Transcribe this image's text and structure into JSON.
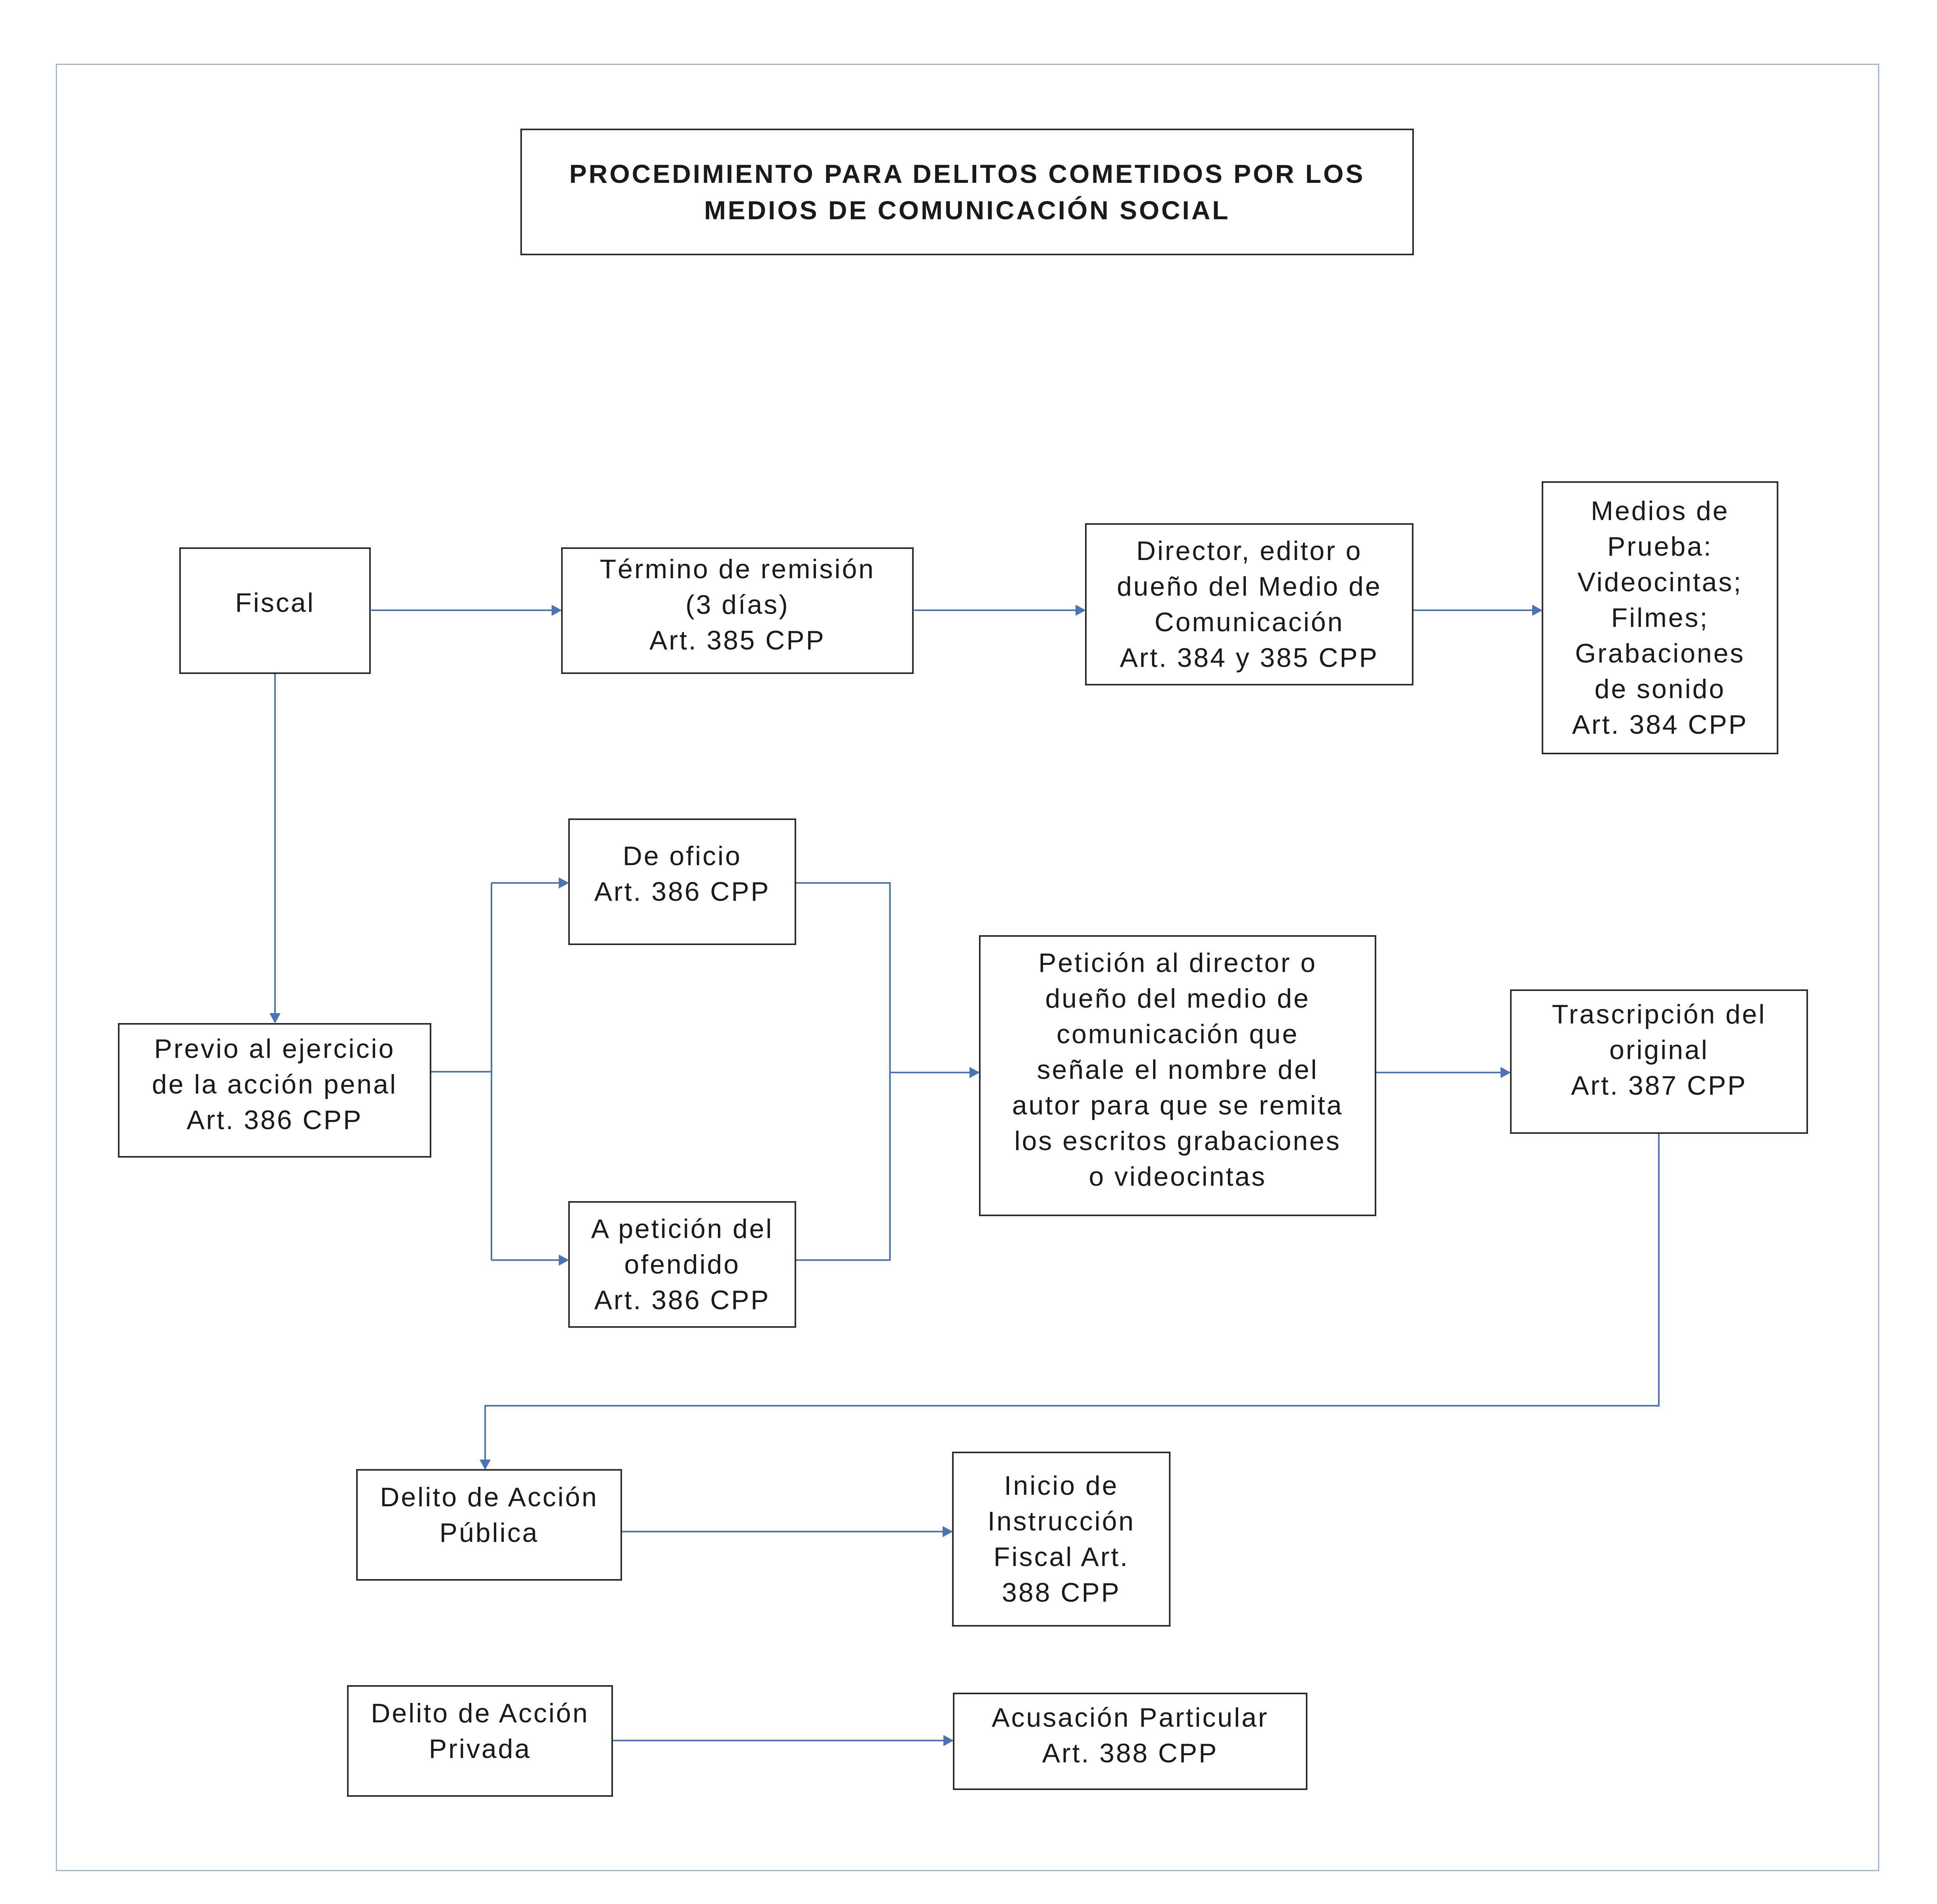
{
  "diagram": {
    "title": "PROCEDIMIENTO PARA DELITOS COMETIDOS POR LOS\nMEDIOS DE COMUNICACIÓN SOCIAL",
    "nodes": {
      "fiscal": "Fiscal",
      "termino": "Término de remisión\n(3 días)\nArt. 385 CPP",
      "director": "Director, editor o\ndueño del Medio de\nComunicación\nArt. 384 y 385 CPP",
      "medios": "Medios de\nPrueba:\nVideocintas;\nFilmes;\nGrabaciones\nde sonido\nArt. 384 CPP",
      "previo": "Previo al ejercicio\nde la acción penal\nArt. 386 CPP",
      "oficio": "De oficio\nArt. 386 CPP",
      "peticion_ofendido": "A petición del\nofendido\nArt. 386 CPP",
      "peticion_director": "Petición al director o\ndueño del medio de\ncomunicación que\nseñale el nombre del\nautor para que se remita\nlos escritos grabaciones\no videocintas",
      "trascripcion": "Trascripción del\noriginal\nArt. 387 CPP",
      "publica": "Delito de Acción\nPública",
      "instruccion": "Inicio de\nInstrucción\nFiscal Art.\n388 CPP",
      "privada": "Delito de Acción\nPrivada",
      "acusacion": "Acusación Particular\nArt. 388 CPP"
    },
    "edges": [
      [
        "fiscal",
        "termino"
      ],
      [
        "termino",
        "director"
      ],
      [
        "director",
        "medios"
      ],
      [
        "fiscal",
        "previo"
      ],
      [
        "previo",
        "oficio"
      ],
      [
        "previo",
        "peticion_ofendido"
      ],
      [
        "oficio",
        "peticion_director"
      ],
      [
        "peticion_ofendido",
        "peticion_director"
      ],
      [
        "peticion_director",
        "trascripcion"
      ],
      [
        "trascripcion",
        "publica"
      ],
      [
        "publica",
        "instruccion"
      ],
      [
        "privada",
        "acusacion"
      ]
    ],
    "colors": {
      "connector": "#4a74b4",
      "box_border": "#2b2b2b",
      "frame": "#9fb5d3"
    }
  }
}
